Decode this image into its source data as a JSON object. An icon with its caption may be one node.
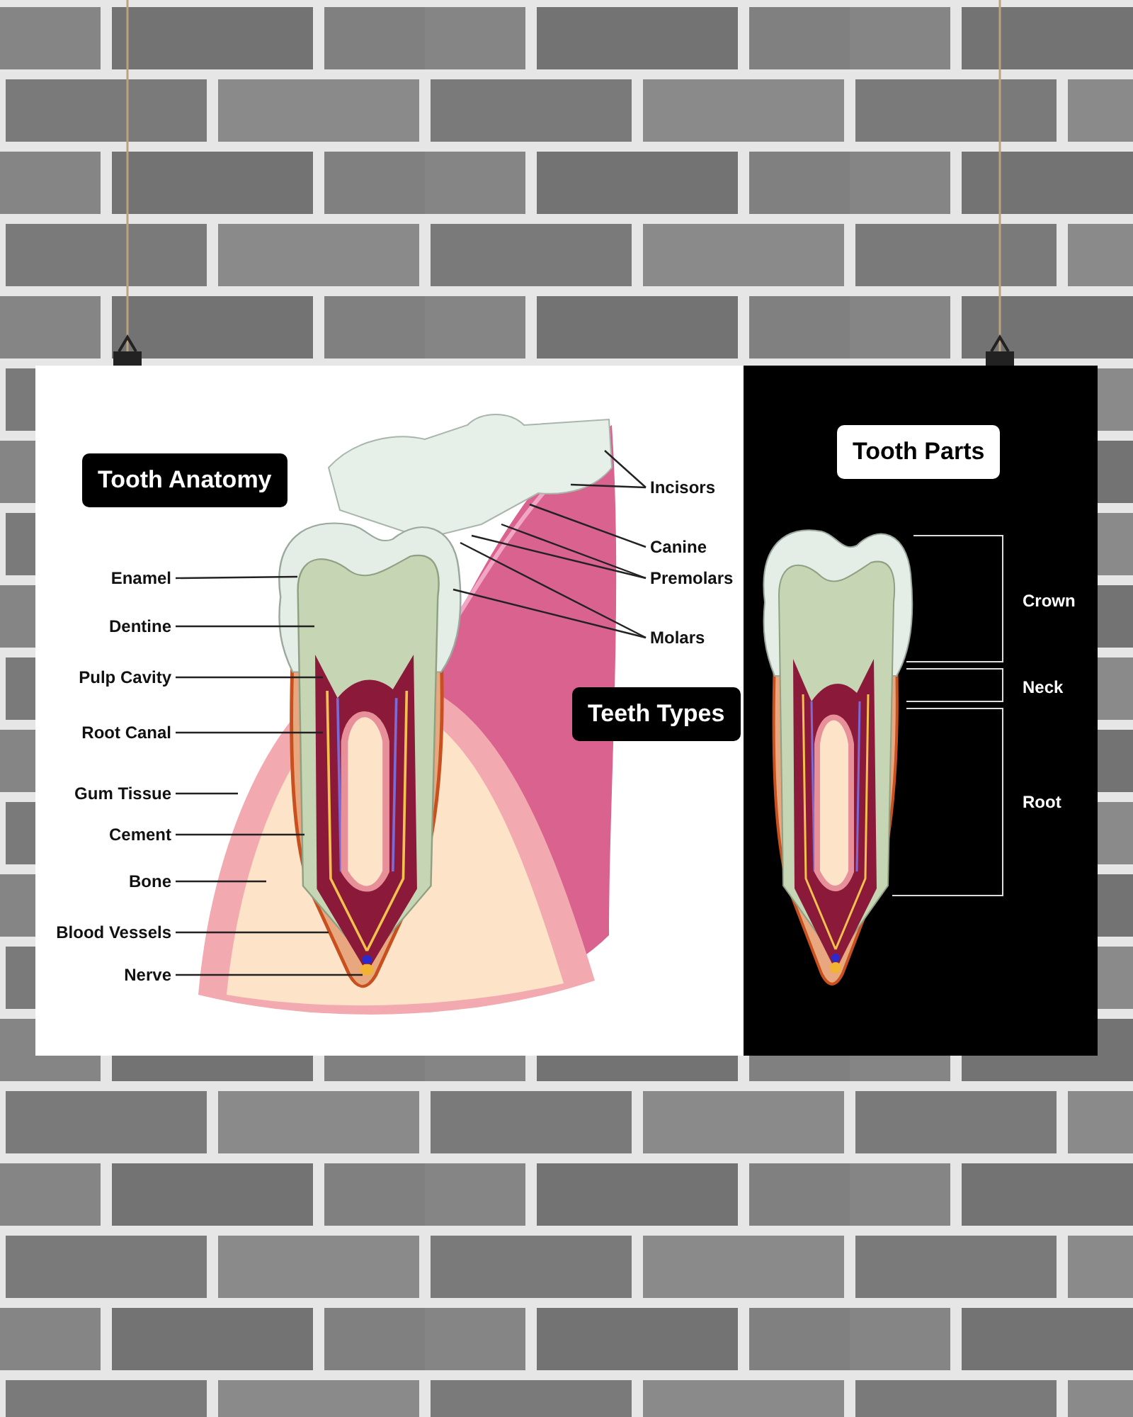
{
  "diagram": {
    "nodes": [
      {
        "text": [
          "Tooth Anatomy"
        ]
      },
      {
        "text": [
          "Teeth Types"
        ]
      },
      {
        "text": [
          "Tooth Parts"
        ]
      },
      {
        "text": [
          "Enamel"
        ]
      },
      {
        "text": [
          "Dentine"
        ]
      },
      {
        "text": [
          "Pulp Cavity"
        ]
      },
      {
        "text": [
          "Root Canal"
        ]
      },
      {
        "text": [
          "Gum Tissue"
        ]
      },
      {
        "text": [
          "Cement"
        ]
      },
      {
        "text": [
          "Bone"
        ]
      },
      {
        "text": [
          "Blood Vessels"
        ]
      },
      {
        "text": [
          "Nerve"
        ]
      },
      {
        "text": [
          "Incisors"
        ]
      },
      {
        "text": [
          "Canine"
        ]
      },
      {
        "text": [
          "Premolars"
        ]
      },
      {
        "text": [
          "Molars"
        ]
      }
    ],
    "edges": [
      {
        "from": 3,
        "to": null,
        "arrow": "none"
      },
      {
        "from": 4,
        "to": null,
        "arrow": "none"
      },
      {
        "from": 5,
        "to": null,
        "arrow": "none"
      },
      {
        "from": 6,
        "to": null,
        "arrow": "none"
      },
      {
        "from": 7,
        "to": null,
        "arrow": "none"
      },
      {
        "from": 8,
        "to": null,
        "arrow": "none"
      },
      {
        "from": 9,
        "to": null,
        "arrow": "none"
      },
      {
        "from": 10,
        "to": null,
        "arrow": "none"
      },
      {
        "from": 11,
        "to": null,
        "arrow": "none"
      },
      {
        "from": 12,
        "to": null,
        "arrow": "none"
      },
      {
        "from": 12,
        "to": null,
        "arrow": "none"
      },
      {
        "from": 13,
        "to": null,
        "arrow": "none"
      },
      {
        "from": 14,
        "to": null,
        "arrow": "none"
      },
      {
        "from": 14,
        "to": null,
        "arrow": "none"
      },
      {
        "from": 15,
        "to": null,
        "arrow": "none"
      },
      {
        "from": 15,
        "to": null,
        "arrow": "none"
      }
    ],
    "labels": [
      "Crown",
      "Neck",
      "Root"
    ]
  }
}
